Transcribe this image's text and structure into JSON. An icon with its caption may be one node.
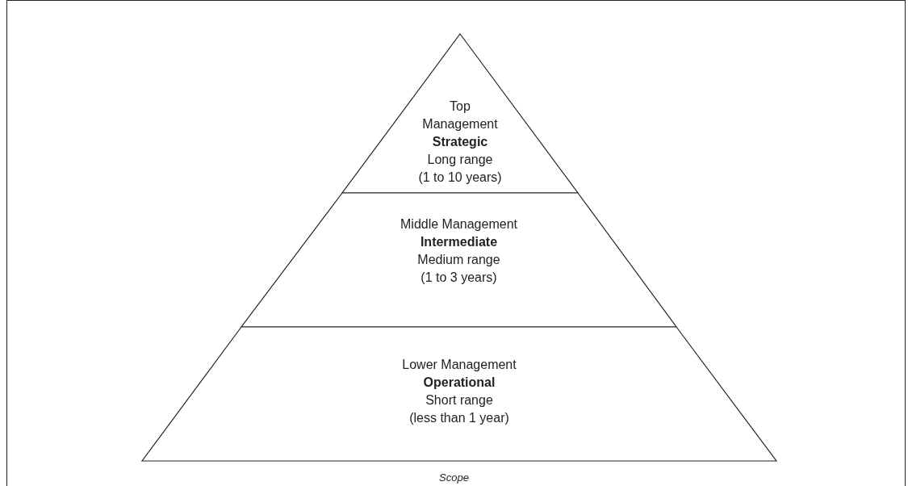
{
  "diagram": {
    "nodes": [
      {
        "text": [
          "Top Management",
          "Strategic",
          "Long range",
          "(1 to 10 years)"
        ]
      },
      {
        "text": [
          "Middle Management",
          "Intermediate",
          "Medium range",
          "(1 to 3 years)"
        ]
      },
      {
        "text": [
          "Lower Management",
          "Operational",
          "Short range",
          "(less than 1 year)"
        ]
      }
    ],
    "edges": [],
    "labels": [
      "Scope"
    ]
  }
}
